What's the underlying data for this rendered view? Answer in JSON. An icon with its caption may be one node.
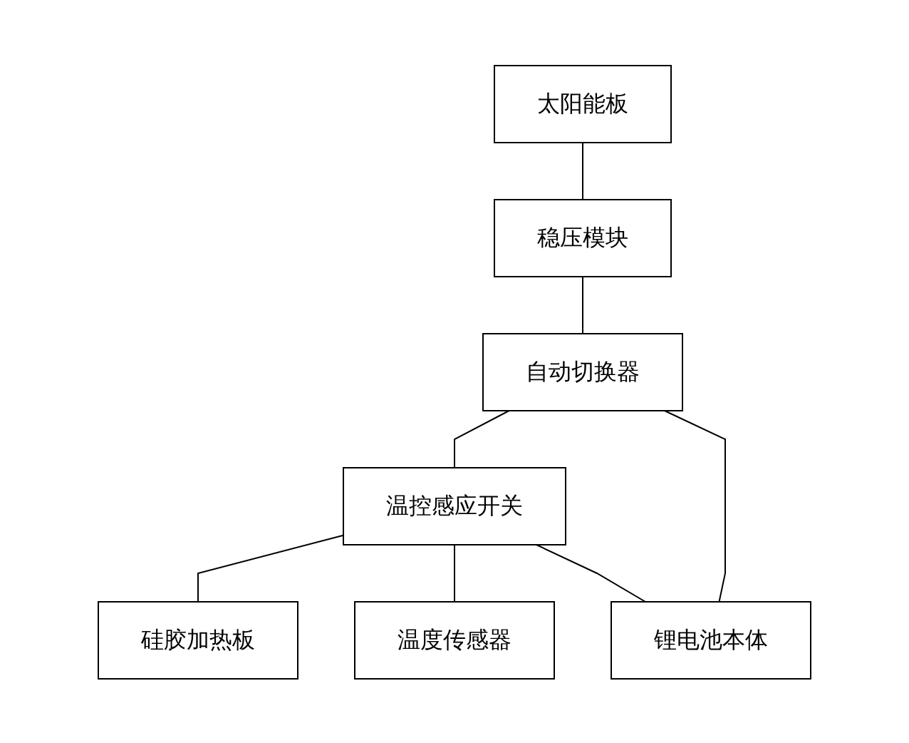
{
  "diagram": {
    "nodes": [
      {
        "text": [
          "太阳能板"
        ]
      },
      {
        "text": [
          "稳压模块"
        ]
      },
      {
        "text": [
          "自动切换器"
        ]
      },
      {
        "text": [
          "温控感应开关"
        ]
      },
      {
        "text": [
          "硅胶加热板"
        ]
      },
      {
        "text": [
          "温度传感器"
        ]
      },
      {
        "text": [
          "锂电池本体"
        ]
      }
    ],
    "edges": [
      {
        "from": 0,
        "to": 1,
        "arrow": "none"
      },
      {
        "from": 1,
        "to": 2,
        "arrow": "none"
      },
      {
        "from": 2,
        "to": 3,
        "arrow": "none"
      },
      {
        "from": 3,
        "to": 4,
        "arrow": "none"
      },
      {
        "from": 3,
        "to": 5,
        "arrow": "none"
      },
      {
        "from": 3,
        "to": 6,
        "arrow": "none"
      },
      {
        "from": 2,
        "to": 6,
        "arrow": "none"
      }
    ]
  }
}
